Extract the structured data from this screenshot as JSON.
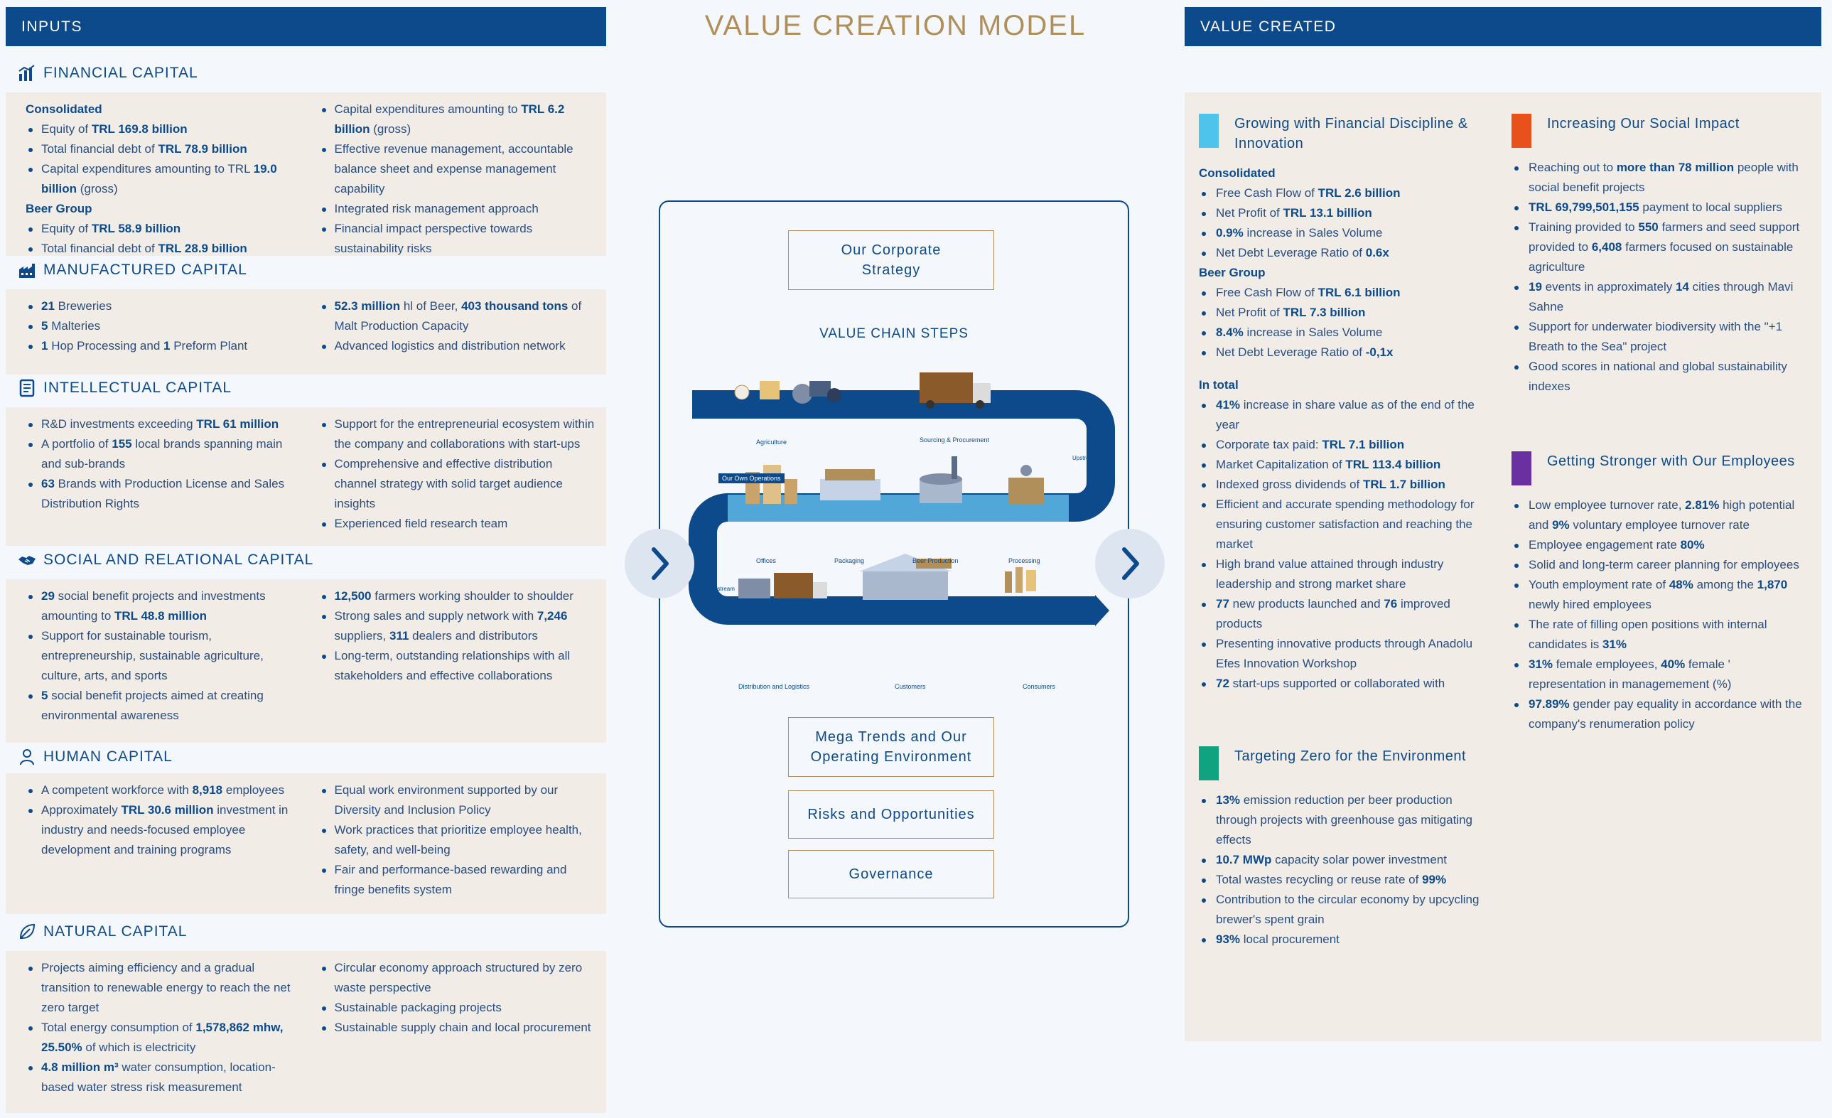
{
  "header": {
    "inputs": "INPUTS",
    "title": "VALUE CREATION MODEL",
    "value_created": "VALUE CREATED"
  },
  "financial": {
    "title": "FINANCIAL CAPITAL",
    "icon": "bar-chart-icon",
    "left": [
      {
        "type": "sub",
        "text": "Consolidated"
      },
      {
        "type": "li",
        "html": "Equity of <b>TRL 169.8 billion</b>"
      },
      {
        "type": "li",
        "html": "Total financial debt of <b>TRL 78.9 billion</b>"
      },
      {
        "type": "li",
        "html": "Capital expenditures amounting to TRL <b>19.0 billion</b> (gross)"
      },
      {
        "type": "sub",
        "text": "Beer Group"
      },
      {
        "type": "li",
        "html": "Equity of <b>TRL 58.9 billion</b>"
      },
      {
        "type": "li",
        "html": "Total financial debt of <b>TRL 28.9 billion</b>"
      }
    ],
    "right": [
      {
        "type": "li",
        "html": "Capital expenditures amounting to <b>TRL 6.2 billion</b> (gross)"
      },
      {
        "type": "li",
        "html": "Effective revenue management, accountable balance sheet and expense management capability"
      },
      {
        "type": "li",
        "html": "Integrated risk management approach"
      },
      {
        "type": "li",
        "html": "Financial impact perspective towards sustainability risks"
      }
    ]
  },
  "manufactured": {
    "title": "MANUFACTURED CAPITAL",
    "icon": "factory-icon",
    "left": [
      {
        "type": "li",
        "html": "<b>21</b> Breweries"
      },
      {
        "type": "li",
        "html": "<b>5</b> Malteries"
      },
      {
        "type": "li",
        "html": "<b>1</b> Hop Processing and <b>1</b> Preform Plant"
      }
    ],
    "right": [
      {
        "type": "li",
        "html": "<b>52.3 million</b> hl of Beer, <b>403 thousand tons</b> of Malt Production Capacity"
      },
      {
        "type": "li",
        "html": "Advanced logistics and distribution network"
      }
    ]
  },
  "intellectual": {
    "title": "INTELLECTUAL CAPITAL",
    "icon": "document-icon",
    "left": [
      {
        "type": "li",
        "html": "R&amp;D investments exceeding <b>TRL 61 million</b>"
      },
      {
        "type": "li",
        "html": "A portfolio of <b>155</b> local brands spanning main and sub-brands"
      },
      {
        "type": "li",
        "html": "<b>63</b> Brands with Production License and Sales Distribution Rights"
      }
    ],
    "right": [
      {
        "type": "li",
        "html": "Support for the entrepreneurial ecosystem within the company and collaborations with start-ups"
      },
      {
        "type": "li",
        "html": "Comprehensive and effective distribution channel strategy with solid target audience insights"
      },
      {
        "type": "li",
        "html": "Experienced field research team"
      }
    ]
  },
  "social": {
    "title": "SOCIAL AND RELATIONAL CAPITAL",
    "icon": "handshake-icon",
    "left": [
      {
        "type": "li",
        "html": "<b>29</b> social benefit projects and investments amounting to <b>TRL 48.8 million</b>"
      },
      {
        "type": "li",
        "html": "Support for sustainable tourism, entrepreneurship, sustainable agriculture, culture, arts, and sports"
      },
      {
        "type": "li",
        "html": "<b>5</b> social benefit projects aimed at creating environmental awareness"
      }
    ],
    "right": [
      {
        "type": "li",
        "html": "<b>12,500</b> farmers working shoulder to shoulder"
      },
      {
        "type": "li",
        "html": "Strong sales and supply network with <b>7,246</b> suppliers, <b>311</b> dealers and distributors"
      },
      {
        "type": "li",
        "html": "Long-term, outstanding relationships with all stakeholders and effective collaborations"
      }
    ]
  },
  "human": {
    "title": "HUMAN CAPITAL",
    "icon": "person-icon",
    "left": [
      {
        "type": "li",
        "html": "A competent workforce with <b>8,918</b> employees"
      },
      {
        "type": "li",
        "html": "Approximately <b>TRL 30.6 million</b> investment in industry and needs-focused employee development and training programs"
      }
    ],
    "right": [
      {
        "type": "li",
        "html": "Equal work environment supported by our Diversity and Inclusion Policy"
      },
      {
        "type": "li",
        "html": "Work practices that prioritize employee health, safety, and well-being"
      },
      {
        "type": "li",
        "html": "Fair and performance-based rewarding and fringe benefits system"
      }
    ]
  },
  "natural": {
    "title": "NATURAL CAPITAL",
    "icon": "leaf-icon",
    "left": [
      {
        "type": "li",
        "html": "Projects aiming efficiency and a gradual transition to renewable energy to reach the net zero target"
      },
      {
        "type": "li",
        "html": "Total energy consumption of <b>1,578,862 mhw, 25.50%</b> of which is electricity"
      },
      {
        "type": "li",
        "html": "<b>4.8 million m³</b> water consumption, location-based water stress risk measurement"
      }
    ],
    "right": [
      {
        "type": "li",
        "html": "Circular economy approach structured by zero waste perspective"
      },
      {
        "type": "li",
        "html": "Sustainable packaging projects"
      },
      {
        "type": "li",
        "html": "Sustainable supply chain and local procurement"
      }
    ]
  },
  "center": {
    "strategy": "Our Corporate Strategy",
    "steps_title": "VALUE CHAIN STEPS",
    "own_ops": "Our Own Operations",
    "upstream": "Upstream",
    "downstream": "Downstream",
    "steps": [
      "Agriculture",
      "Sourcing & Procurement",
      "Offices",
      "Packaging",
      "Beer Production",
      "Processing",
      "Distribution and Logistics",
      "Customers",
      "Consumers"
    ],
    "megatrends": "Mega Trends and Our Operating Environment",
    "risks": "Risks and Opportunities",
    "governance": "Governance"
  },
  "right": {
    "growing": {
      "title": "Growing with Financial Discipline & Innovation",
      "color": "#4ec3ec",
      "items": [
        {
          "type": "sub",
          "text": "Consolidated"
        },
        {
          "type": "li",
          "html": "Free Cash Flow of <b>TRL 2.6 billion</b>"
        },
        {
          "type": "li",
          "html": "Net Profit of <b>TRL 13.1 billion</b>"
        },
        {
          "type": "li",
          "html": "<b>0.9%</b> increase in Sales Volume"
        },
        {
          "type": "li",
          "html": "Net Debt Leverage Ratio of <b>0.6x</b>"
        },
        {
          "type": "sub",
          "text": "Beer Group"
        },
        {
          "type": "li",
          "html": "Free Cash Flow of <b>TRL 6.1 billion</b>"
        },
        {
          "type": "li",
          "html": "Net Profit of <b>TRL 7.3 billion</b>"
        },
        {
          "type": "li",
          "html": "<b>8.4%</b> increase in Sales Volume"
        },
        {
          "type": "li",
          "html": "Net Debt Leverage Ratio of <b>-0,1x</b>"
        },
        {
          "type": "gap"
        },
        {
          "type": "sub",
          "text": "In total"
        },
        {
          "type": "li",
          "html": "<b>41%</b> increase in share value as of the end of the year"
        },
        {
          "type": "li",
          "html": "Corporate tax paid: <b>TRL 7.1 billion</b>"
        },
        {
          "type": "li",
          "html": "Market Capitalization of <b>TRL 113.4 billion</b>"
        },
        {
          "type": "li",
          "html": "Indexed gross dividends of <b>TRL 1.7 billion</b>"
        },
        {
          "type": "li",
          "html": "Efficient and accurate spending methodology for ensuring customer satisfaction and reaching the market"
        },
        {
          "type": "li",
          "html": "High brand value attained through industry leadership and strong market share"
        },
        {
          "type": "li",
          "html": "<b>77</b> new products launched and <b>76</b> improved products"
        },
        {
          "type": "li",
          "html": "Presenting innovative products through Anadolu Efes Innovation Workshop"
        },
        {
          "type": "li",
          "html": "<b>72</b> start-ups supported or collaborated with"
        }
      ]
    },
    "zero": {
      "title": "Targeting Zero for the Environment",
      "color": "#0fa37f",
      "items": [
        {
          "type": "li",
          "html": "<b>13%</b> emission reduction per beer production through projects with greenhouse gas mitigating effects"
        },
        {
          "type": "li",
          "html": "<b>10.7 MWp</b> capacity solar power investment"
        },
        {
          "type": "li",
          "html": "Total wastes recycling or reuse rate of <b>99%</b>"
        },
        {
          "type": "li",
          "html": "Contribution to the circular economy by upcycling brewer's spent grain"
        },
        {
          "type": "li",
          "html": "<b>93%</b> local procurement"
        }
      ]
    },
    "social": {
      "title": "Increasing Our Social Impact",
      "color": "#e8501c",
      "items": [
        {
          "type": "li",
          "html": "Reaching out to <b>more than 78 million</b> people with social benefit projects"
        },
        {
          "type": "li",
          "html": "<b>TRL 69,799,501,155</b> payment to local suppliers"
        },
        {
          "type": "li",
          "html": "Training provided to <b>550</b> farmers and seed support provided to <b>6,408</b> farmers focused on sustainable agriculture"
        },
        {
          "type": "li",
          "html": "<b>19</b> events in approximately <b>14</b> cities through Mavi Sahne"
        },
        {
          "type": "li",
          "html": "Support for underwater biodiversity with the \"+1 Breath to the Sea\" project"
        },
        {
          "type": "li",
          "html": "Good scores in national and global sustainability indexes"
        }
      ]
    },
    "employees": {
      "title": "Getting Stronger with Our Employees",
      "color": "#6a2fa0",
      "items": [
        {
          "type": "li",
          "html": "Low employee turnover rate, <b>2.81%</b> high potential and <b>9%</b> voluntary employee turnover rate"
        },
        {
          "type": "li",
          "html": "Employee engagement rate <b>80%</b>"
        },
        {
          "type": "li",
          "html": "Solid and long-term career planning for employees"
        },
        {
          "type": "li",
          "html": "Youth employment rate of <b>48%</b> among the <b>1,870</b> newly hired employees"
        },
        {
          "type": "li",
          "html": "The rate of filling open positions with internal candidates is <b>31%</b>"
        },
        {
          "type": "li",
          "html": "<b>31%</b> female employees, <b>40%</b> female ' representation in managemement (%)"
        },
        {
          "type": "li",
          "html": "<b>97.89%</b> gender pay equality in accordance with the company's renumeration policy"
        }
      ]
    }
  }
}
